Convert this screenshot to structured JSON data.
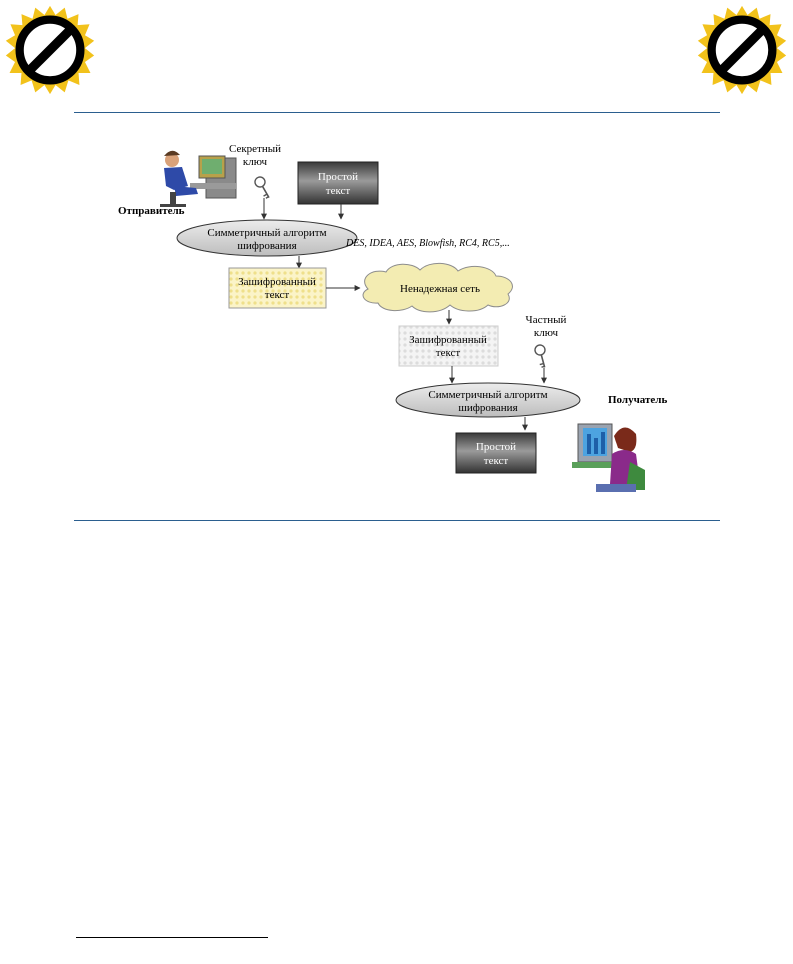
{
  "diagram": {
    "sender": {
      "label": "Отправитель",
      "secret_key": [
        "Секретный",
        "ключ"
      ],
      "plaintext": [
        "Простой",
        "текст"
      ]
    },
    "encrypt_algorithm": [
      "Симметричный алгоритм",
      "шифрования"
    ],
    "algorithms_list": "DES, IDEA, AES, Blowfish, RC4, RC5,...",
    "ciphertext_out": [
      "Зашифрованный",
      "текст"
    ],
    "network": "Ненадежная сеть",
    "ciphertext_in": [
      "Зашифрованный",
      "текст"
    ],
    "receiver": {
      "private_key": [
        "Частный",
        "ключ"
      ],
      "decrypt_algorithm": [
        "Симметричный алгоритм",
        "шифрования"
      ],
      "plaintext": [
        "Простой",
        "текст"
      ],
      "label": "Получатель"
    }
  },
  "colors": {
    "badge_yellow": "#f2c21b",
    "badge_black": "#000000",
    "rule_blue": "#2b5f8f",
    "ellipse_fill": "#d6d6d6",
    "cloud_fill": "#f3ecb2",
    "dark_box": "#555555"
  }
}
